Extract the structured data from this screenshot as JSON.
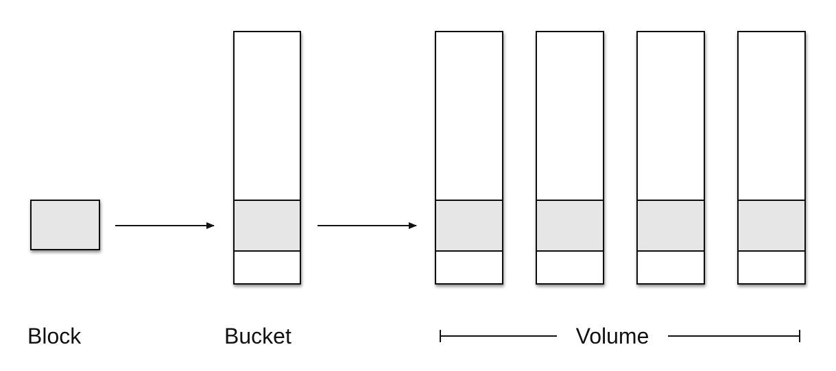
{
  "labels": {
    "block": "Block",
    "bucket": "Bucket",
    "volume": "Volume"
  },
  "colors": {
    "stroke": "#111111",
    "highlight_fill": "#e6e6e6",
    "empty_fill": "#ffffff",
    "shadow": "#999999"
  }
}
